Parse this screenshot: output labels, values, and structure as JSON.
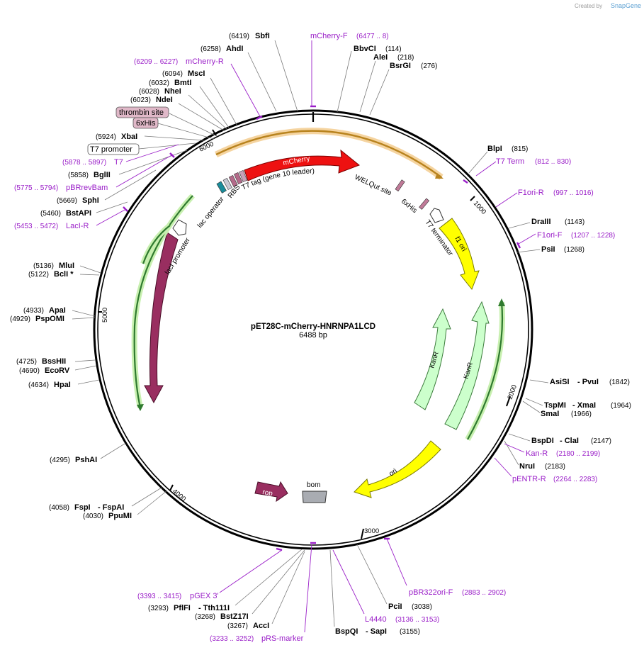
{
  "credit": {
    "prefix": "Created by",
    "brand": "SnapGene"
  },
  "plasmid": {
    "name": "pET28C-mCherry-HNRNPA1LCD",
    "size": "6488 bp"
  },
  "ticks": {
    "t1000": "1000",
    "t2000": "2000",
    "t3000": "3000",
    "t4000": "4000",
    "t5000": "5000",
    "t6000": "6000"
  },
  "sites": [
    {
      "pos": "(6419)",
      "name": "SbfI"
    },
    {
      "pos": "(6258)",
      "name": "AhdI"
    },
    {
      "pos": "(6094)",
      "name": "MscI"
    },
    {
      "pos": "(6032)",
      "name": "BmtI"
    },
    {
      "pos": "(6028)",
      "name": "NheI"
    },
    {
      "pos": "(6023)",
      "name": "NdeI"
    },
    {
      "pos": "(5924)",
      "name": "XbaI"
    },
    {
      "pos": "(5858)",
      "name": "BglII"
    },
    {
      "pos": "(5669)",
      "name": "SphI"
    },
    {
      "pos": "(5460)",
      "name": "BstAPI"
    },
    {
      "pos": "(5136)",
      "name": "MluI"
    },
    {
      "pos": "(5122)",
      "name": "BclI *"
    },
    {
      "pos": "(4933)",
      "name": "ApaI"
    },
    {
      "pos": "(4929)",
      "name": "PspOMI"
    },
    {
      "pos": "(4725)",
      "name": "BssHII"
    },
    {
      "pos": "(4690)",
      "name": "EcoRV"
    },
    {
      "pos": "(4634)",
      "name": "HpaI"
    },
    {
      "pos": "(4295)",
      "name": "PshAI"
    },
    {
      "pos": "(4058)",
      "name": "FspI",
      "name2": "- FspAI"
    },
    {
      "pos": "(4030)",
      "name": "PpuMI"
    },
    {
      "pos": "(3293)",
      "name": "PflFI",
      "name2": "- Tth111I"
    },
    {
      "pos": "(3268)",
      "name": "BstZ17I"
    },
    {
      "pos": "(3267)",
      "name": "AccI"
    },
    {
      "pos": "(3155)",
      "name": "BspQI",
      "name2": "- SapI"
    },
    {
      "pos": "(3038)",
      "name": "PciI"
    },
    {
      "pos": "(114)",
      "name": "BbvCI"
    },
    {
      "pos": "(218)",
      "name": "AleI"
    },
    {
      "pos": "(276)",
      "name": "BsrGI"
    },
    {
      "pos": "(815)",
      "name": "BlpI"
    },
    {
      "pos": "(1143)",
      "name": "DraIII"
    },
    {
      "pos": "(1268)",
      "name": "PsiI"
    },
    {
      "pos": "(1842)",
      "name": "AsiSI",
      "name2": "- PvuI"
    },
    {
      "pos": "(1964)",
      "name": "TspMI",
      "name2": "- XmaI"
    },
    {
      "pos": "(1966)",
      "name": "SmaI"
    },
    {
      "pos": "(2147)",
      "name": "BspDI",
      "name2": "- ClaI"
    },
    {
      "pos": "(2183)",
      "name": "NruI"
    }
  ],
  "primers": [
    {
      "name": "mCherry-F",
      "range": "(6477 .. 8)"
    },
    {
      "name": "mCherry-R",
      "range": "(6209 .. 6227)"
    },
    {
      "name": "T7",
      "range": "(5878 .. 5897)"
    },
    {
      "name": "pBRrevBam",
      "range": "(5775 .. 5794)"
    },
    {
      "name": "LacI-R",
      "range": "(5453 .. 5472)"
    },
    {
      "name": "T7 Term",
      "range": "(812 .. 830)"
    },
    {
      "name": "F1ori-R",
      "range": "(997 .. 1016)"
    },
    {
      "name": "F1ori-F",
      "range": "(1207 .. 1228)"
    },
    {
      "name": "Kan-R",
      "range": "(2180 .. 2199)"
    },
    {
      "name": "pENTR-R",
      "range": "(2264 .. 2283)"
    },
    {
      "name": "pBR322ori-F",
      "range": "(2883 .. 2902)"
    },
    {
      "name": "L4440",
      "range": "(3136 .. 3153)"
    },
    {
      "name": "pGEX 3'",
      "range": "(3393 .. 3415)"
    },
    {
      "name": "pRS-marker",
      "range": "(3233 .. 3252)"
    }
  ],
  "boxed": {
    "thrombin": "thrombin site",
    "his": "6xHis",
    "t7promoter": "T7 promoter"
  },
  "features": {
    "mcherry": "mCherry",
    "t7tag": "T7 tag (gene 10 leader)",
    "welqut": "WELQut site",
    "his6": "6xHis",
    "t7term": "T7 terminator",
    "f1ori": "f1 ori",
    "kanr1": "KanR",
    "kanr2": "KanR",
    "ori": "ori",
    "bom": "bom",
    "rop": "rop",
    "laci": "lacI",
    "lacipromoter": "lacI promoter",
    "lacoperator": "lac operator",
    "rbs": "RBS"
  },
  "colors": {
    "mcherry": "#ee1111",
    "f1ori": "#ffff00",
    "kanr": "#ccffcc",
    "laci": "#992e60",
    "rop": "#992e60",
    "bom": "#a9acb2",
    "primer": "#9a1ec8",
    "orf": "#e8a040",
    "green_orf": "#2f9a2f"
  }
}
